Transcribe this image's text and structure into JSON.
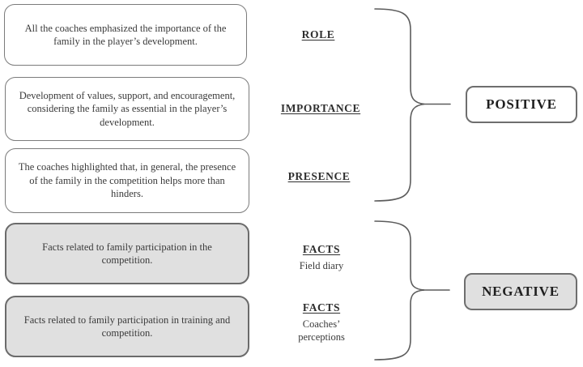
{
  "figure": {
    "findings": [
      {
        "text": "All the coaches emphasized the importance of the family in the player’s development."
      },
      {
        "text": "Development of values, support, and encouragement, considering the family as essential in the player’s development."
      },
      {
        "text": "The coaches highlighted that, in general, the presence of the family in the competition helps more than hinders."
      },
      {
        "text": "Facts related to family participation in the competition."
      },
      {
        "text": "Facts related to family participation in training and competition."
      }
    ],
    "categories": [
      {
        "title": "ROLE"
      },
      {
        "title": "IMPORTANCE"
      },
      {
        "title": "PRESENCE"
      },
      {
        "title": "FACTS",
        "subtitle": "Field diary"
      },
      {
        "title": "FACTS",
        "subtitle": "Coaches’ perceptions"
      }
    ],
    "outcomes": [
      {
        "label": "POSITIVE"
      },
      {
        "label": "NEGATIVE"
      }
    ],
    "colors": {
      "box_border": "#7b7b7b",
      "gray_fill": "#e0e0e0",
      "brace_stroke": "#5c5c5c",
      "text": "#3a3a3a"
    }
  }
}
